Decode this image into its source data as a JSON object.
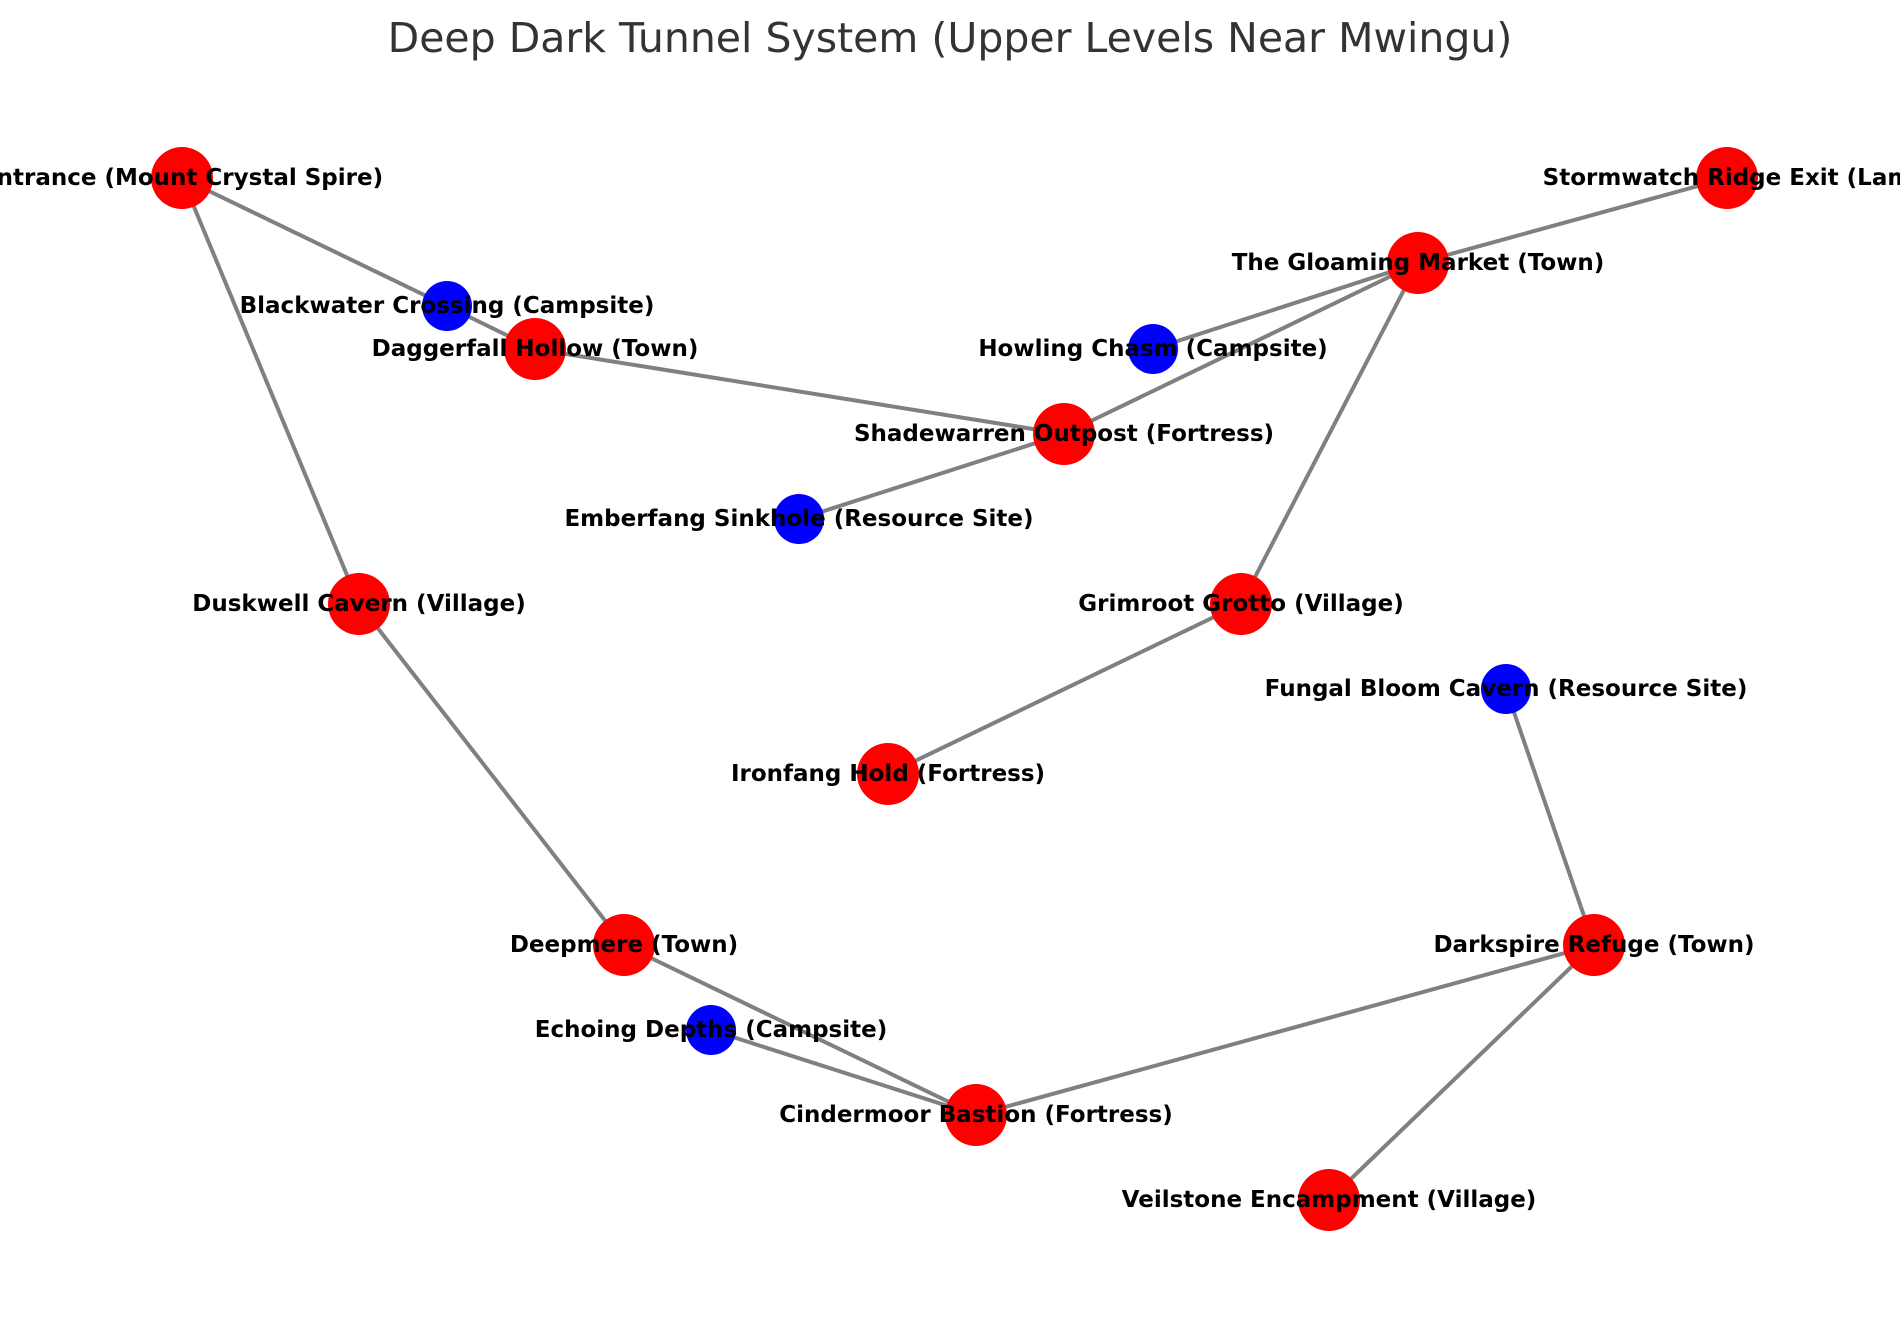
{
  "title": "Deep Dark Tunnel System (Upper Levels Near Mwingu)",
  "colors": {
    "red_node": "#ff0000",
    "blue_node": "#0000ff",
    "edge": "#808080",
    "label": "#000000",
    "title": "#333333"
  },
  "nodes": [
    {
      "id": "entrance",
      "label": "Entrance (Mount Crystal Spire)",
      "color": "red"
    },
    {
      "id": "stormwatch",
      "label": "Stormwatch Ridge Exit (Lam",
      "color": "red"
    },
    {
      "id": "gloaming",
      "label": "The Gloaming Market (Town)",
      "color": "red"
    },
    {
      "id": "blackwater",
      "label": "Blackwater Crossing (Campsite)",
      "color": "blue"
    },
    {
      "id": "daggerfall",
      "label": "Daggerfall Hollow (Town)",
      "color": "red"
    },
    {
      "id": "howling",
      "label": "Howling Chasm (Campsite)",
      "color": "blue"
    },
    {
      "id": "shadewarren",
      "label": "Shadewarren Outpost (Fortress)",
      "color": "red"
    },
    {
      "id": "emberfang",
      "label": "Emberfang Sinkhole (Resource Site)",
      "color": "blue"
    },
    {
      "id": "duskwell",
      "label": "Duskwell Cavern (Village)",
      "color": "red"
    },
    {
      "id": "grimroot",
      "label": "Grimroot Grotto (Village)",
      "color": "red"
    },
    {
      "id": "fungal",
      "label": "Fungal Bloom Cavern (Resource Site)",
      "color": "blue"
    },
    {
      "id": "ironfang",
      "label": "Ironfang Hold (Fortress)",
      "color": "red"
    },
    {
      "id": "deepmere",
      "label": "Deepmere (Town)",
      "color": "red"
    },
    {
      "id": "darkspire",
      "label": "Darkspire Refuge (Town)",
      "color": "red"
    },
    {
      "id": "echoing",
      "label": "Echoing Depths (Campsite)",
      "color": "blue"
    },
    {
      "id": "cindermoor",
      "label": "Cindermoor Bastion (Fortress)",
      "color": "red"
    },
    {
      "id": "veilstone",
      "label": "Veilstone Encampment (Village)",
      "color": "red"
    }
  ],
  "edges": [
    [
      "entrance",
      "blackwater"
    ],
    [
      "blackwater",
      "daggerfall"
    ],
    [
      "entrance",
      "duskwell"
    ],
    [
      "daggerfall",
      "shadewarren"
    ],
    [
      "shadewarren",
      "emberfang"
    ],
    [
      "shadewarren",
      "gloaming"
    ],
    [
      "gloaming",
      "howling"
    ],
    [
      "gloaming",
      "stormwatch"
    ],
    [
      "gloaming",
      "grimroot"
    ],
    [
      "grimroot",
      "ironfang"
    ],
    [
      "duskwell",
      "deepmere"
    ],
    [
      "deepmere",
      "cindermoor"
    ],
    [
      "echoing",
      "cindermoor"
    ],
    [
      "cindermoor",
      "darkspire"
    ],
    [
      "darkspire",
      "fungal"
    ],
    [
      "darkspire",
      "veilstone"
    ]
  ]
}
